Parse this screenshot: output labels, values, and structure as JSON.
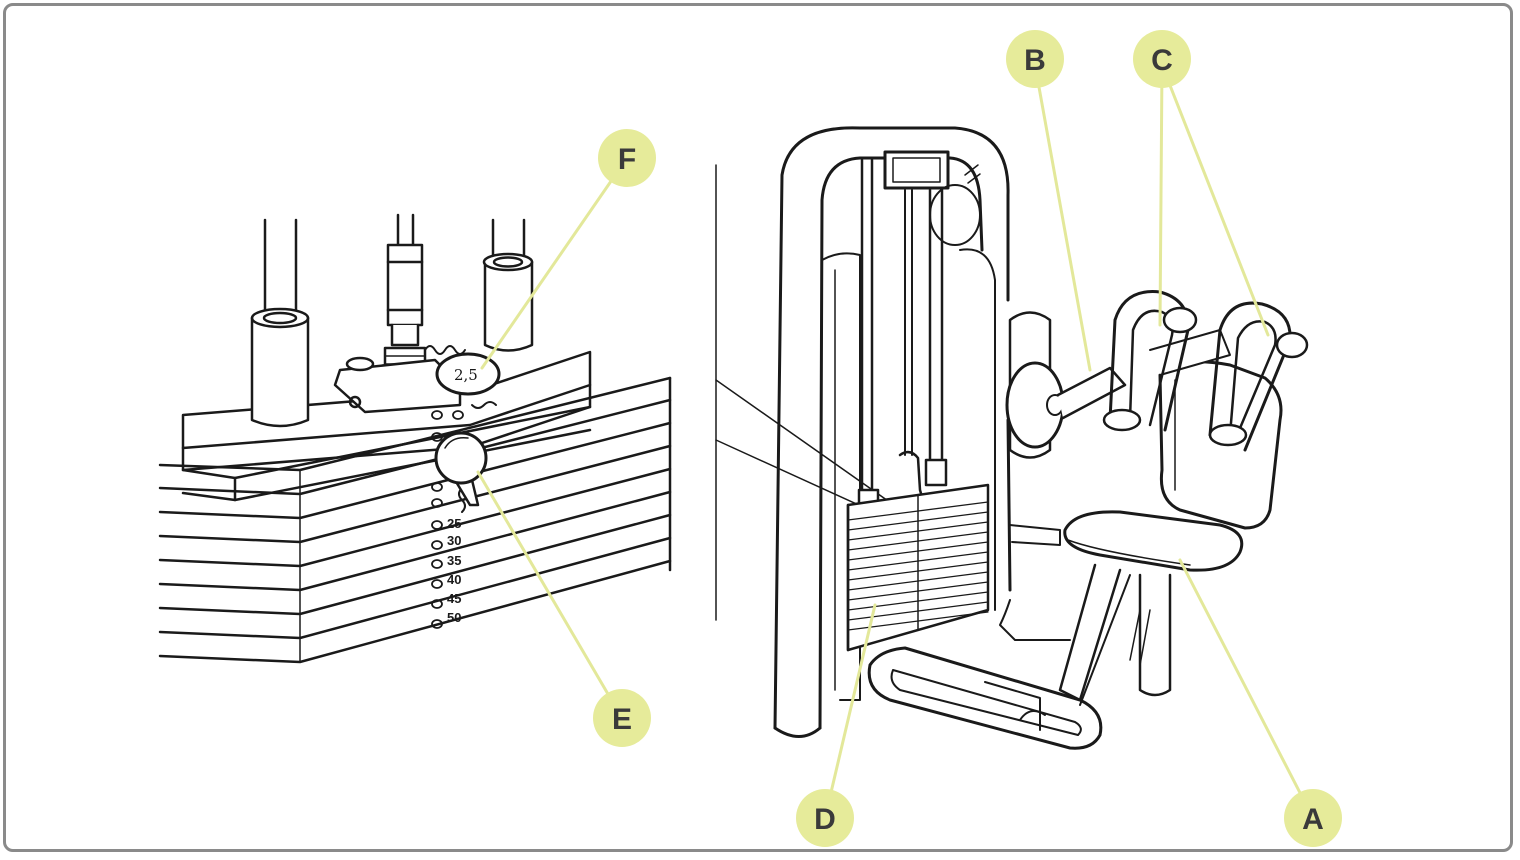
{
  "callouts": {
    "A": "A",
    "B": "B",
    "C": "C",
    "D": "D",
    "E": "E",
    "F": "F"
  },
  "colors": {
    "callout_fill": "#e6eb9a",
    "callout_text": "#3a3a3a",
    "leader_line": "#e3e89a",
    "line_art": "#1a1a1a",
    "frame": "#8a8a8a"
  },
  "weight_stack": {
    "plate_label": "2,5",
    "numbers": [
      "25",
      "30",
      "35",
      "40",
      "45",
      "50"
    ]
  }
}
